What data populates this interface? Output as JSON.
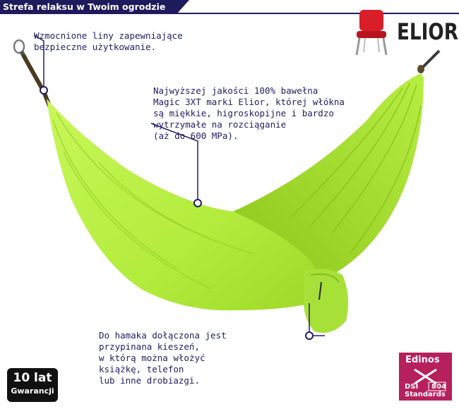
{
  "header": {
    "title": "Strefa relaksu w Twoim ogrodzie"
  },
  "brand": {
    "name": "ELIOR"
  },
  "callouts": {
    "ropes": "Wzmocnione liny zapewniające\nbezpieczne użytkowanie.",
    "fabric": "Najwyższej jakości 100% bawełna\nMagic 3XT marki Elior, której włókna\nsą miękkie, higroskopijne i bardzo\nwytrzymałe na rozciąganie\n(aż do 600 MPa).",
    "pocket": "Do hamaka dołączona jest\nprzypinana kieszeń,\nw którą można włożyć\nksiążkę, telefon\nlub inne drobiazgi."
  },
  "badges": {
    "warranty": {
      "years": "10 lat",
      "label": "Gwarancji"
    },
    "edinos": {
      "brand": "Edinos",
      "dsi": "DSI",
      "code": "804",
      "standard": "Standards"
    }
  },
  "colors": {
    "header_bg": "#1e1b5c",
    "text": "#1e1e62",
    "hammock_light": "#bff24a",
    "hammock_dark": "#8fc81c",
    "edinos": "#b5205d",
    "chair_red": "#d91e2a"
  },
  "icons": [
    "chair-icon",
    "carabiner-icon",
    "hammock-image"
  ]
}
